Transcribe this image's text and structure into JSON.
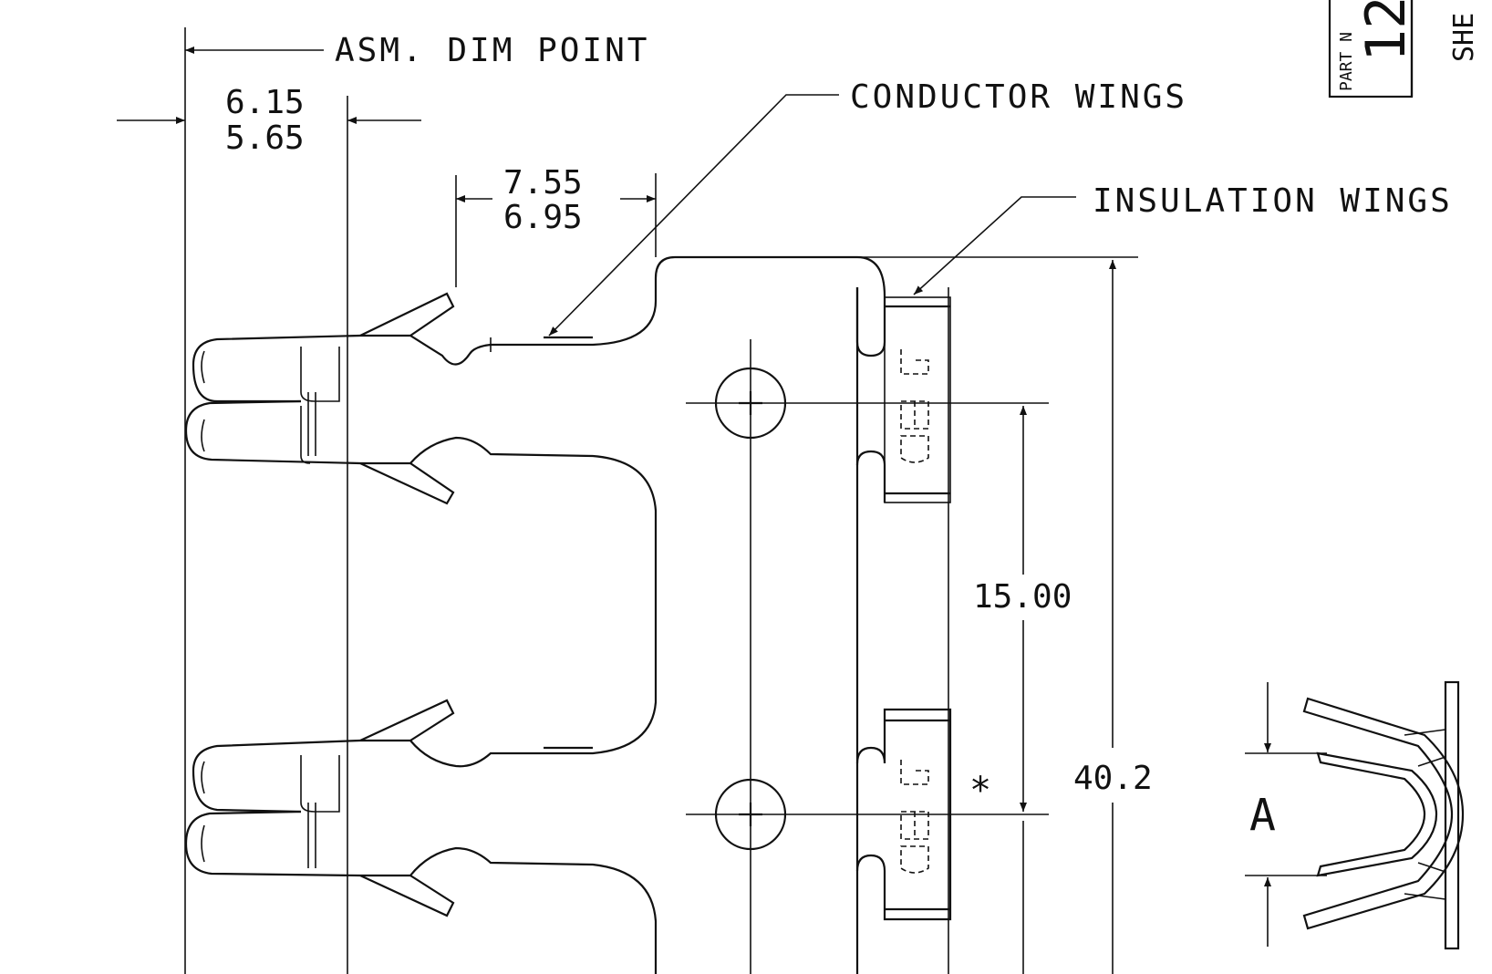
{
  "labels": {
    "asm_dim_point": "ASM. DIM POINT",
    "conductor_wings": "CONDUCTOR WINGS",
    "insulation_wings": "INSULATION WINGS",
    "dim_upper_1": "6.15",
    "dim_lower_1": "5.65",
    "dim_upper_2": "7.55",
    "dim_lower_2": "6.95",
    "pitch": "15.00",
    "overall": "40.2",
    "section_label": "A",
    "asterisk": "*"
  },
  "title_block": {
    "part_no_label": "PART N",
    "part_no_value": "12",
    "sheet_label": "SHE"
  }
}
